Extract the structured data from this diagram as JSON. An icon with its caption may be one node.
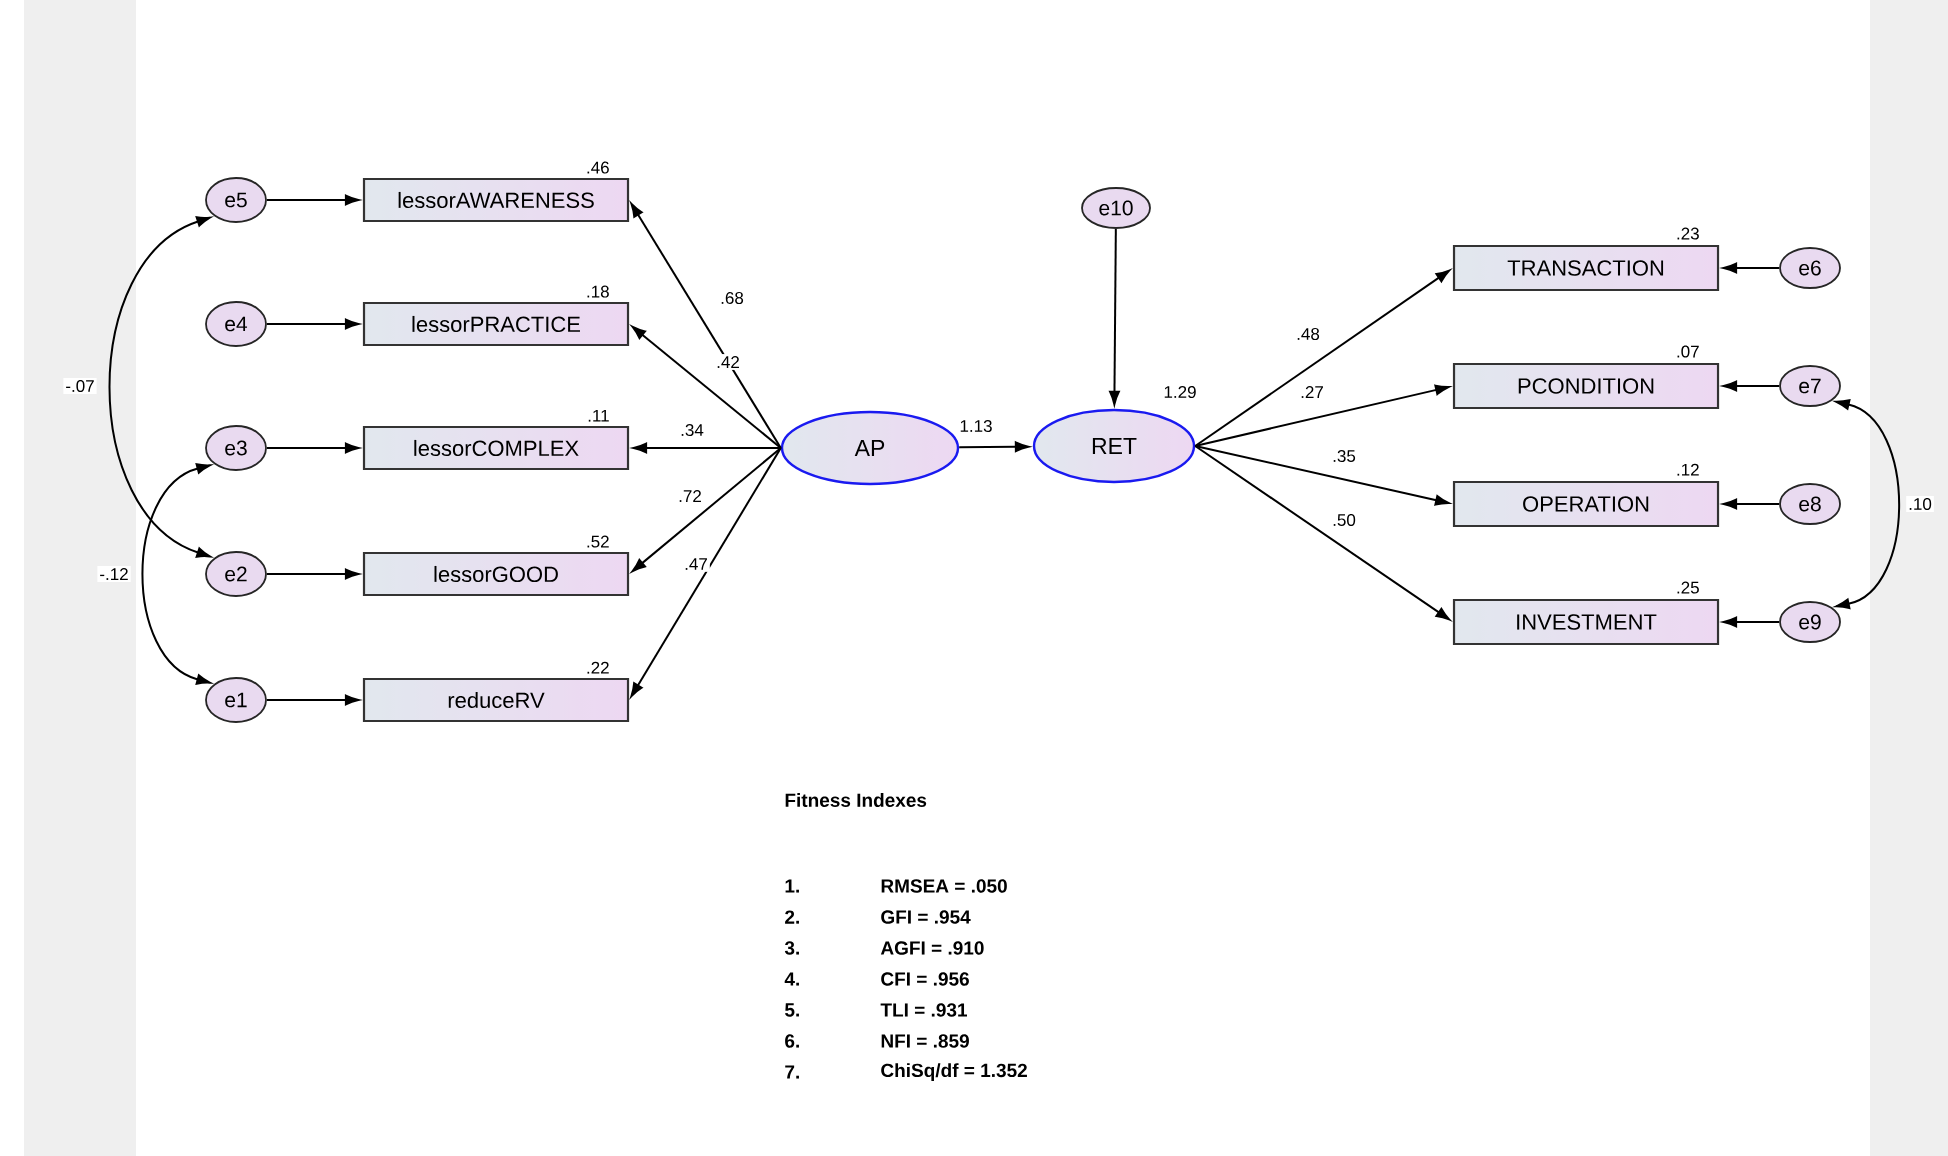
{
  "diagram": {
    "nodes": [
      {
        "text": [
          "e5"
        ]
      },
      {
        "text": [
          "lessorAWARENESS"
        ],
        "beside": [
          ".46"
        ]
      },
      {
        "text": [
          "e4"
        ]
      },
      {
        "text": [
          "lessorPRACTICE"
        ],
        "beside": [
          ".18"
        ]
      },
      {
        "text": [
          "e3"
        ]
      },
      {
        "text": [
          "lessorCOMPLEX"
        ],
        "beside": [
          ".11"
        ]
      },
      {
        "text": [
          "e2"
        ]
      },
      {
        "text": [
          "lessorGOOD"
        ],
        "beside": [
          ".52"
        ]
      },
      {
        "text": [
          "e1"
        ]
      },
      {
        "text": [
          "reduceRV"
        ],
        "beside": [
          ".22"
        ]
      },
      {
        "text": [
          "AP"
        ]
      },
      {
        "text": [
          "e10"
        ]
      },
      {
        "text": [
          "RET"
        ],
        "beside": [
          "1.29"
        ]
      },
      {
        "text": [
          "TRANSACTION"
        ],
        "beside": [
          ".23"
        ]
      },
      {
        "text": [
          "e6"
        ]
      },
      {
        "text": [
          "PCONDITION"
        ],
        "beside": [
          ".07"
        ]
      },
      {
        "text": [
          "e7"
        ]
      },
      {
        "text": [
          "OPERATION"
        ],
        "beside": [
          ".12"
        ]
      },
      {
        "text": [
          "e8"
        ]
      },
      {
        "text": [
          "INVESTMENT"
        ],
        "beside": [
          ".25"
        ]
      },
      {
        "text": [
          "e9"
        ]
      }
    ],
    "edges": [
      {
        "from": 0,
        "to": 1,
        "arrow": "to"
      },
      {
        "from": 2,
        "to": 3,
        "arrow": "to"
      },
      {
        "from": 4,
        "to": 5,
        "arrow": "to"
      },
      {
        "from": 6,
        "to": 7,
        "arrow": "to"
      },
      {
        "from": 8,
        "to": 9,
        "arrow": "to"
      },
      {
        "from": 10,
        "to": 1,
        "arrow": "to",
        "label": ".68"
      },
      {
        "from": 10,
        "to": 3,
        "arrow": "to",
        "label": ".42"
      },
      {
        "from": 10,
        "to": 5,
        "arrow": "to",
        "label": ".34"
      },
      {
        "from": 10,
        "to": 7,
        "arrow": "to",
        "label": ".72"
      },
      {
        "from": 10,
        "to": 9,
        "arrow": "to",
        "label": ".47"
      },
      {
        "from": 10,
        "to": 12,
        "arrow": "to",
        "label": "1.13"
      },
      {
        "from": 11,
        "to": 12,
        "arrow": "to"
      },
      {
        "from": 12,
        "to": 13,
        "arrow": "to",
        "label": ".48"
      },
      {
        "from": 12,
        "to": 15,
        "arrow": "to",
        "label": ".27"
      },
      {
        "from": 12,
        "to": 17,
        "arrow": "to",
        "label": ".35"
      },
      {
        "from": 12,
        "to": 19,
        "arrow": "to",
        "label": ".50"
      },
      {
        "from": 14,
        "to": 13,
        "arrow": "to"
      },
      {
        "from": 16,
        "to": 15,
        "arrow": "to"
      },
      {
        "from": 18,
        "to": 17,
        "arrow": "to"
      },
      {
        "from": 20,
        "to": 19,
        "arrow": "to"
      },
      {
        "from": 0,
        "to": 6,
        "arrow": "both",
        "label": "-.07"
      },
      {
        "from": 4,
        "to": 8,
        "arrow": "both",
        "label": "-.12"
      },
      {
        "from": 16,
        "to": 20,
        "arrow": "both",
        "label": ".10"
      }
    ],
    "labels": [
      "Fitness Indexes",
      "1.",
      "RMSEA = .050",
      "2.",
      "GFI = .954",
      "3.",
      "AGFI = .910",
      "4.",
      "CFI = .956",
      "5.",
      "TLI = .931",
      "6.",
      "NFI = .859",
      "7.",
      "ChiSq/df = 1.352"
    ]
  }
}
